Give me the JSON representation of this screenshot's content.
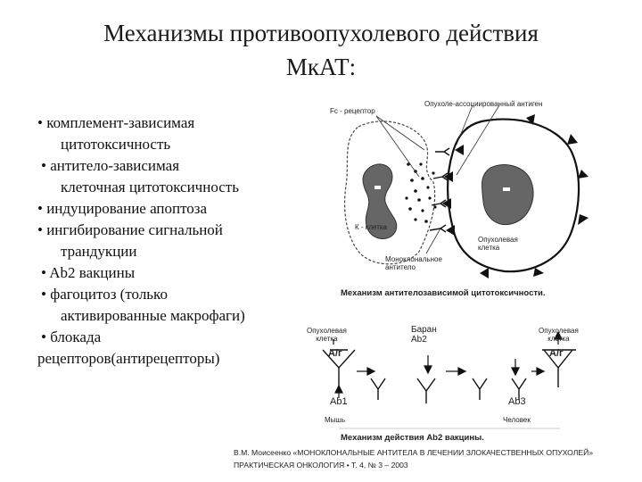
{
  "slide": {
    "title_line1": "Механизмы противоопухолевого действия",
    "title_line2": "МкАТ:",
    "bullets": [
      "• комплемент-зависимая",
      "    цитотоксичность",
      " • антитело-зависимая",
      "    клеточная цитотоксичность",
      "• индуцирование апоптоза",
      "• ингибирование сигнальной",
      "    трандукции",
      " • Ab2 вакцины",
      " • фагоцитоз (только",
      "    активированные макрофаги)",
      " • блокада",
      "рецепторов(антирецепторы)"
    ]
  },
  "figure1": {
    "fc_label": "Fc - рецептор",
    "antigen_label": "Опухоле-ассоциированный антиген",
    "kcell_label": "К - клетка",
    "tumor_label_1": "Опухолевая",
    "tumor_label_2": "клетка",
    "mab_label_1": "Моноклональное",
    "mab_label_2": "антитело",
    "caption": "Механизм антителозависимой цитотоксичности."
  },
  "figure2": {
    "tumor_left_1": "Опухолевая",
    "tumor_left_2": "клетка",
    "ram_1": "Баран",
    "ram_2": "Ab2",
    "tumor_right_1": "Опухолевая",
    "tumor_right_2": "клетка",
    "ag_left": "А/г",
    "ag_right": "А/г",
    "ab1": "Ab1",
    "ab3": "Ab3",
    "mouse": "Мышь",
    "human": "Человек",
    "caption": "Механизм действия Ab2 вакцины."
  },
  "footer": {
    "line1": "В.М. Моисеенко «МОНОКЛОНАЛЬНЫЕ АНТИТЕЛА В ЛЕЧЕНИИ ЗЛОКАЧЕСТВЕННЫХ ОПУХОЛЕЙ»",
    "line2": "ПРАКТИЧЕСКАЯ ОНКОЛОГИЯ • Т. 4, № 3 – 2003"
  }
}
